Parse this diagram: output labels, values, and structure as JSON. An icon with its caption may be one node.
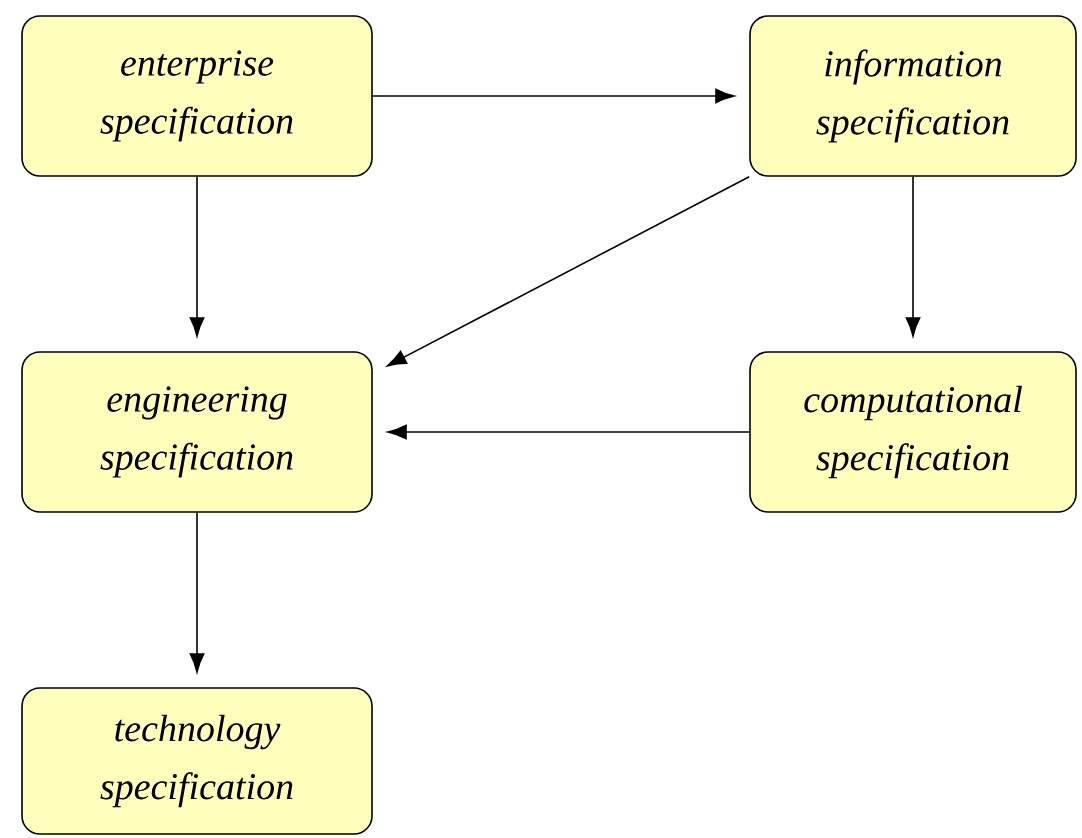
{
  "diagram": {
    "nodes": [
      {
        "text": [
          "enterprise specification"
        ]
      },
      {
        "text": [
          "information specification"
        ]
      },
      {
        "text": [
          "engineering specification"
        ]
      },
      {
        "text": [
          "computational specification"
        ]
      },
      {
        "text": [
          "technology specification"
        ]
      }
    ],
    "edges": [
      {
        "from": 0,
        "to": 1,
        "arrow": "to"
      },
      {
        "from": 0,
        "to": 2,
        "arrow": "to"
      },
      {
        "from": 1,
        "to": 2,
        "arrow": "to"
      },
      {
        "from": 1,
        "to": 3,
        "arrow": "to"
      },
      {
        "from": 3,
        "to": 2,
        "arrow": "to"
      },
      {
        "from": 2,
        "to": 4,
        "arrow": "to"
      }
    ]
  }
}
